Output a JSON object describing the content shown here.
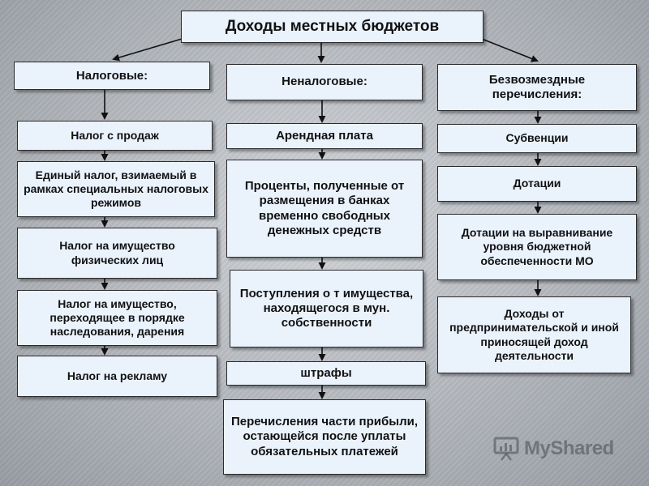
{
  "title": "Доходы местных бюджетов",
  "columns": [
    {
      "header": "Налоговые:",
      "items": [
        "Налог с продаж",
        "Единый налог, взимаемый в рамках специальных налоговых режимов",
        "Налог на имущество физических лиц",
        "Налог на имущество, переходящее в порядке наследования, дарения",
        "Налог на рекламу"
      ]
    },
    {
      "header": "Неналоговые:",
      "items": [
        "Арендная плата",
        "Проценты, полученные от размещения в банках временно свободных денежных средств",
        "Поступления о т имущества, находящегося в мун. собственности",
        "штрафы",
        "Перечисления части прибыли, остающейся после уплаты обязательных платежей"
      ]
    },
    {
      "header": "Безвозмездные перечисления:",
      "items": [
        "Субвенции",
        "Дотации",
        "Дотации на выравнивание уровня бюджетной обеспеченности МО",
        "Доходы от предпринимательской и иной приносящей доход деятельности"
      ]
    }
  ],
  "watermark": "MyShared",
  "colors": {
    "box_fill": "#eaf3fc",
    "border": "#2a2a2a",
    "arrow": "#111111"
  }
}
